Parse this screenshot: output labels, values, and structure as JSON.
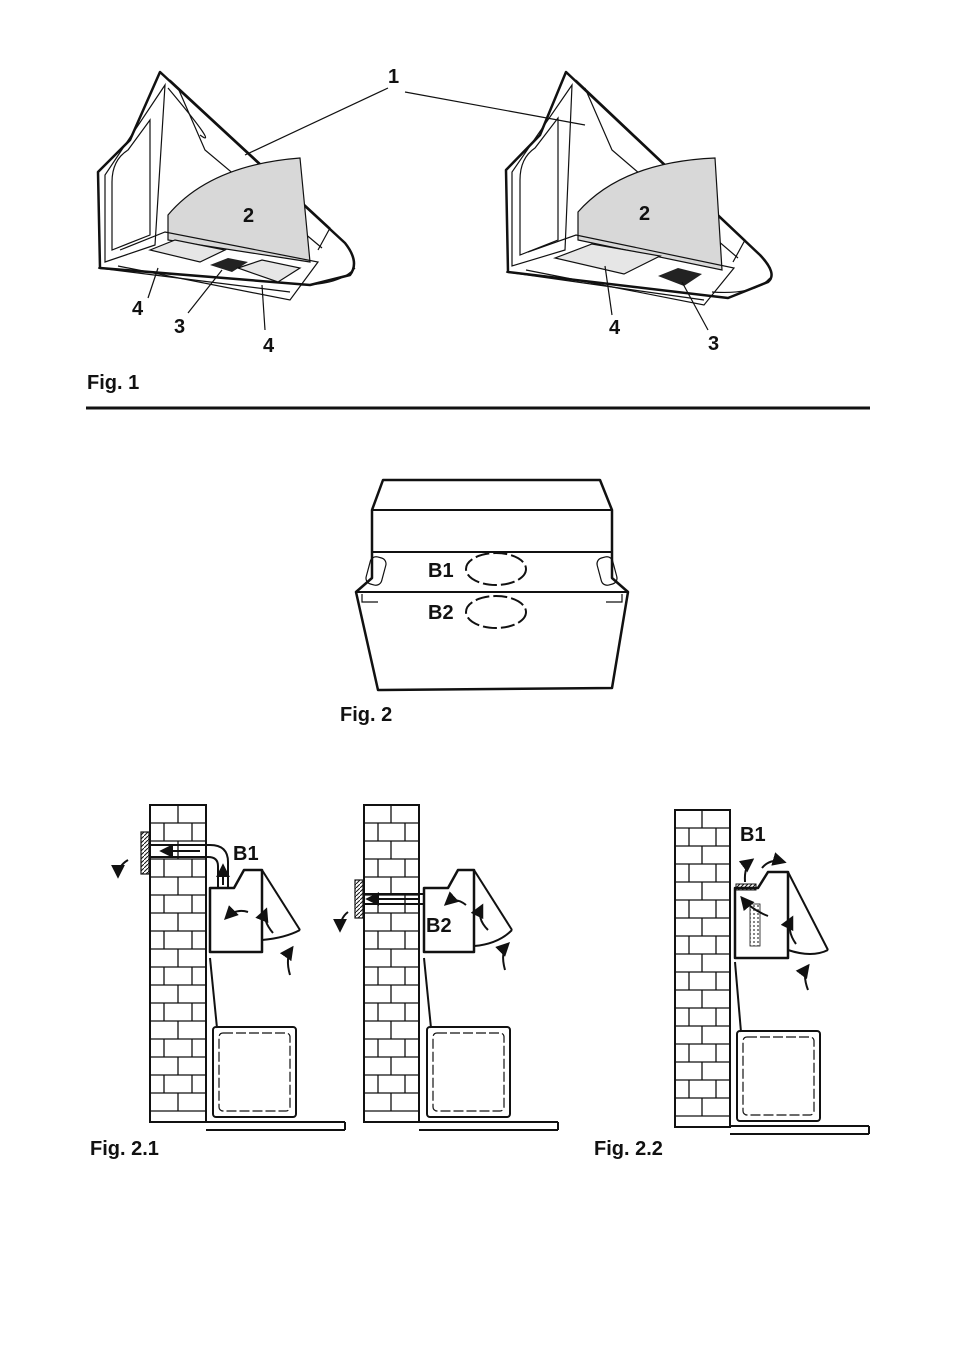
{
  "fig1": {
    "caption": "Fig. 1",
    "callouts": {
      "hood_cover": "1",
      "panel": "2",
      "lamp": "3",
      "filter": "4"
    }
  },
  "fig2": {
    "caption": "Fig. 2",
    "outlet_b1": "B1",
    "outlet_b2": "B2"
  },
  "fig21": {
    "caption": "Fig. 2.1",
    "outlet_b1": "B1",
    "outlet_b2": "B2"
  },
  "fig22": {
    "caption": "Fig. 2.2",
    "outlet_b1": "B1"
  }
}
